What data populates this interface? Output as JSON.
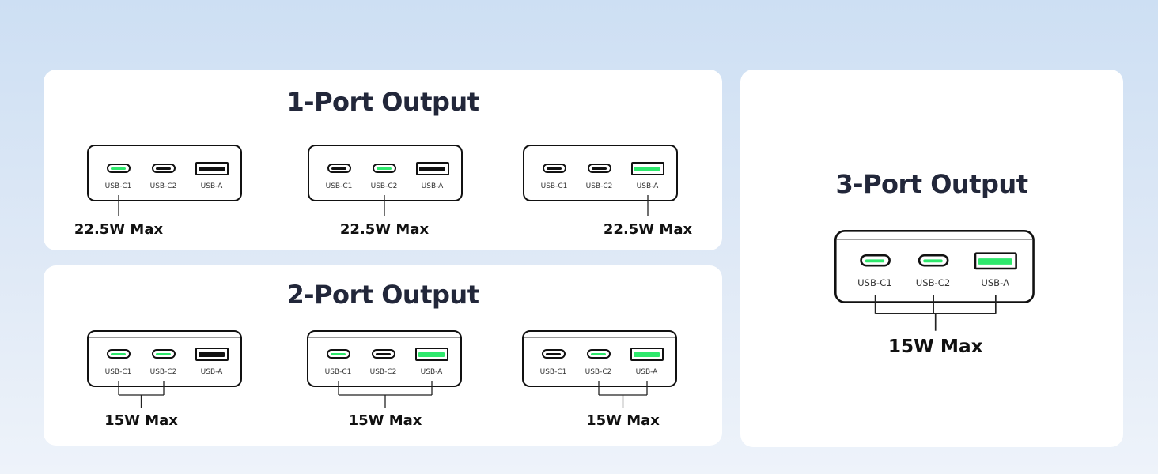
{
  "sections": [
    {
      "title": "1-Port Output",
      "units": [
        {
          "active": [
            0
          ],
          "label": "22.5W Max"
        },
        {
          "active": [
            1
          ],
          "label": "22.5W Max"
        },
        {
          "active": [
            2
          ],
          "label": "22.5W Max"
        }
      ]
    },
    {
      "title": "2-Port Output",
      "units": [
        {
          "active": [
            0,
            1
          ],
          "label": "15W Max"
        },
        {
          "active": [
            0,
            2
          ],
          "label": "15W Max"
        },
        {
          "active": [
            1,
            2
          ],
          "label": "15W Max"
        }
      ]
    },
    {
      "title": "3-Port Output",
      "units": [
        {
          "active": [
            0,
            1,
            2
          ],
          "label": "15W Max"
        }
      ]
    }
  ],
  "ports": [
    {
      "name": "USB-C1",
      "type": "c"
    },
    {
      "name": "USB-C2",
      "type": "c"
    },
    {
      "name": "USB-A",
      "type": "a"
    }
  ],
  "colors": {
    "active": "#2ee86c",
    "title": "#22273a"
  }
}
